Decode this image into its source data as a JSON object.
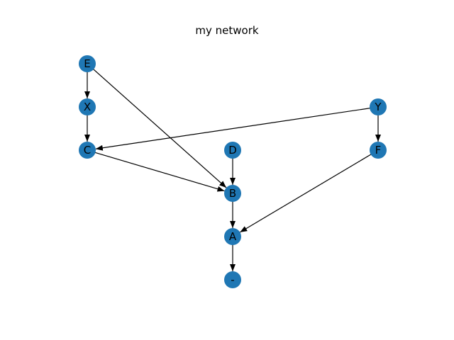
{
  "title": "my network",
  "colors": {
    "node_fill": "#1f77b4",
    "edge": "#000000",
    "label": "#000000"
  },
  "graph": {
    "nodes": [
      {
        "id": "E",
        "label": "E"
      },
      {
        "id": "X",
        "label": "X"
      },
      {
        "id": "C",
        "label": "C"
      },
      {
        "id": "Y",
        "label": "Y"
      },
      {
        "id": "F",
        "label": "F"
      },
      {
        "id": "D",
        "label": "D"
      },
      {
        "id": "B",
        "label": "B"
      },
      {
        "id": "A",
        "label": "A"
      },
      {
        "id": "dash",
        "label": "-"
      }
    ],
    "edges": [
      {
        "from": "E",
        "to": "X"
      },
      {
        "from": "E",
        "to": "B"
      },
      {
        "from": "X",
        "to": "C"
      },
      {
        "from": "Y",
        "to": "C"
      },
      {
        "from": "Y",
        "to": "F"
      },
      {
        "from": "C",
        "to": "B"
      },
      {
        "from": "D",
        "to": "B"
      },
      {
        "from": "B",
        "to": "A"
      },
      {
        "from": "F",
        "to": "A"
      },
      {
        "from": "A",
        "to": "dash"
      }
    ]
  }
}
